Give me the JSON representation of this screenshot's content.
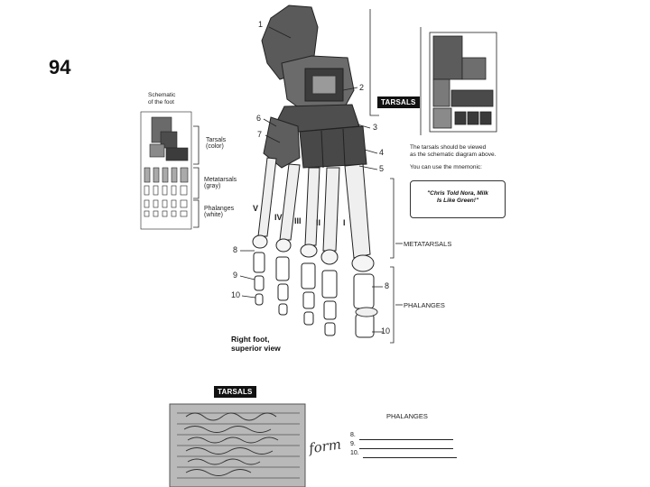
{
  "page": {
    "page_number": "94",
    "figure_caption": [
      "Right foot,",
      "superior view"
    ]
  },
  "schematic": {
    "title": [
      "Schematic",
      "of the foot"
    ],
    "tarsals_label": [
      "Tarsals",
      "(color)"
    ],
    "metatarsals_label": [
      "Metatarsals",
      "(gray)"
    ],
    "phalanges_label": [
      "Phalanges",
      "(white)"
    ]
  },
  "callouts": {
    "numbers_right": [
      "1",
      "2",
      "3",
      "4",
      "5"
    ],
    "numbers_left": [
      "6",
      "7"
    ],
    "numbers_bottom_left": [
      "8",
      "9",
      "10"
    ],
    "numbers_bottom_right": [
      "8",
      "10"
    ],
    "roman_numerals": [
      "V",
      "IV",
      "III",
      "II",
      "I"
    ]
  },
  "labels": {
    "tarsals": "TARSALS",
    "metatarsals": "METATARSALS",
    "phalanges": "PHALANGES"
  },
  "note": {
    "line1": "The tarsals should be viewed",
    "line2": "as the schematic diagram above.",
    "line3": "You can use the mnemonic:",
    "mnemonic": [
      "\"Chris Told Nora, Milk",
      "Is Like Green!\""
    ]
  },
  "worksheet": {
    "tarsals_header": "TARSALS",
    "phalanges_header": "PHALANGES",
    "phalanges_items": [
      "8.",
      "9.",
      "10."
    ],
    "handwriting": "form"
  },
  "colors": {
    "ink": "#111111",
    "shade_dark": "#3a3a3a",
    "shade_mid": "#8a8a8a",
    "shade_light": "#c8c8c8"
  }
}
